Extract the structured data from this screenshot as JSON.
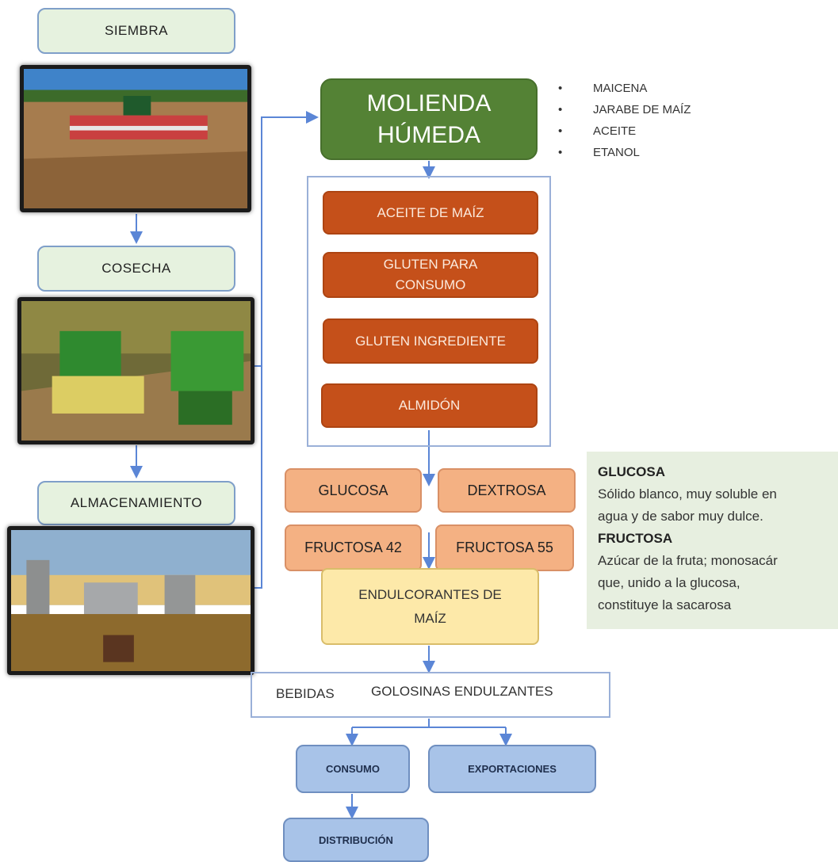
{
  "process": {
    "siembra": "SIEMBRA",
    "cosecha": "COSECHA",
    "almacenamiento": "ALMACENAMIENTO"
  },
  "molienda": {
    "line1": "MOLIENDA",
    "line2": "HÚMEDA"
  },
  "products": [
    "MAICENA",
    "JARABE DE MAÍZ",
    "ACEITE",
    "ETANOL"
  ],
  "derivatives": {
    "aceite": "ACEITE DE MAÍZ",
    "gluten_consumo_1": "GLUTEN PARA",
    "gluten_consumo_2": "CONSUMO",
    "gluten_ingrediente": "GLUTEN INGREDIENTE",
    "almidon": "ALMIDÓN"
  },
  "sugars": {
    "glucosa": "GLUCOSA",
    "dextrosa": "DEXTROSA",
    "fructosa42": "FRUCTOSA 42",
    "fructosa55": "FRUCTOSA 55"
  },
  "endulcorantes": {
    "line1": "ENDULCORANTES DE",
    "line2": "MAÍZ"
  },
  "uses": {
    "bebidas": "BEBIDAS",
    "golosinas": "GOLOSINAS ENDULZANTES"
  },
  "distribution": {
    "consumo": "CONSUMO",
    "exportaciones": "EXPORTACIONES",
    "distribucion": "DISTRIBUCIÓN"
  },
  "info": {
    "glucosa_title": "GLUCOSA",
    "glucosa_l1": "Sólido blanco, muy soluble en",
    "glucosa_l2": "agua y de sabor muy dulce.",
    "fructosa_title": "FRUCTOSA",
    "fructosa_l1": "Azúcar de la fruta; monosacár",
    "fructosa_l2": "que, unido a la glucosa,",
    "fructosa_l3": "constituye la sacarosa"
  },
  "colors": {
    "dark_green": "#548235",
    "orange": "#c5501a",
    "salmon": "#f4b183",
    "yellow": "#fde9a9",
    "blue": "#a8c3e8",
    "connector": "#5b86d6"
  }
}
